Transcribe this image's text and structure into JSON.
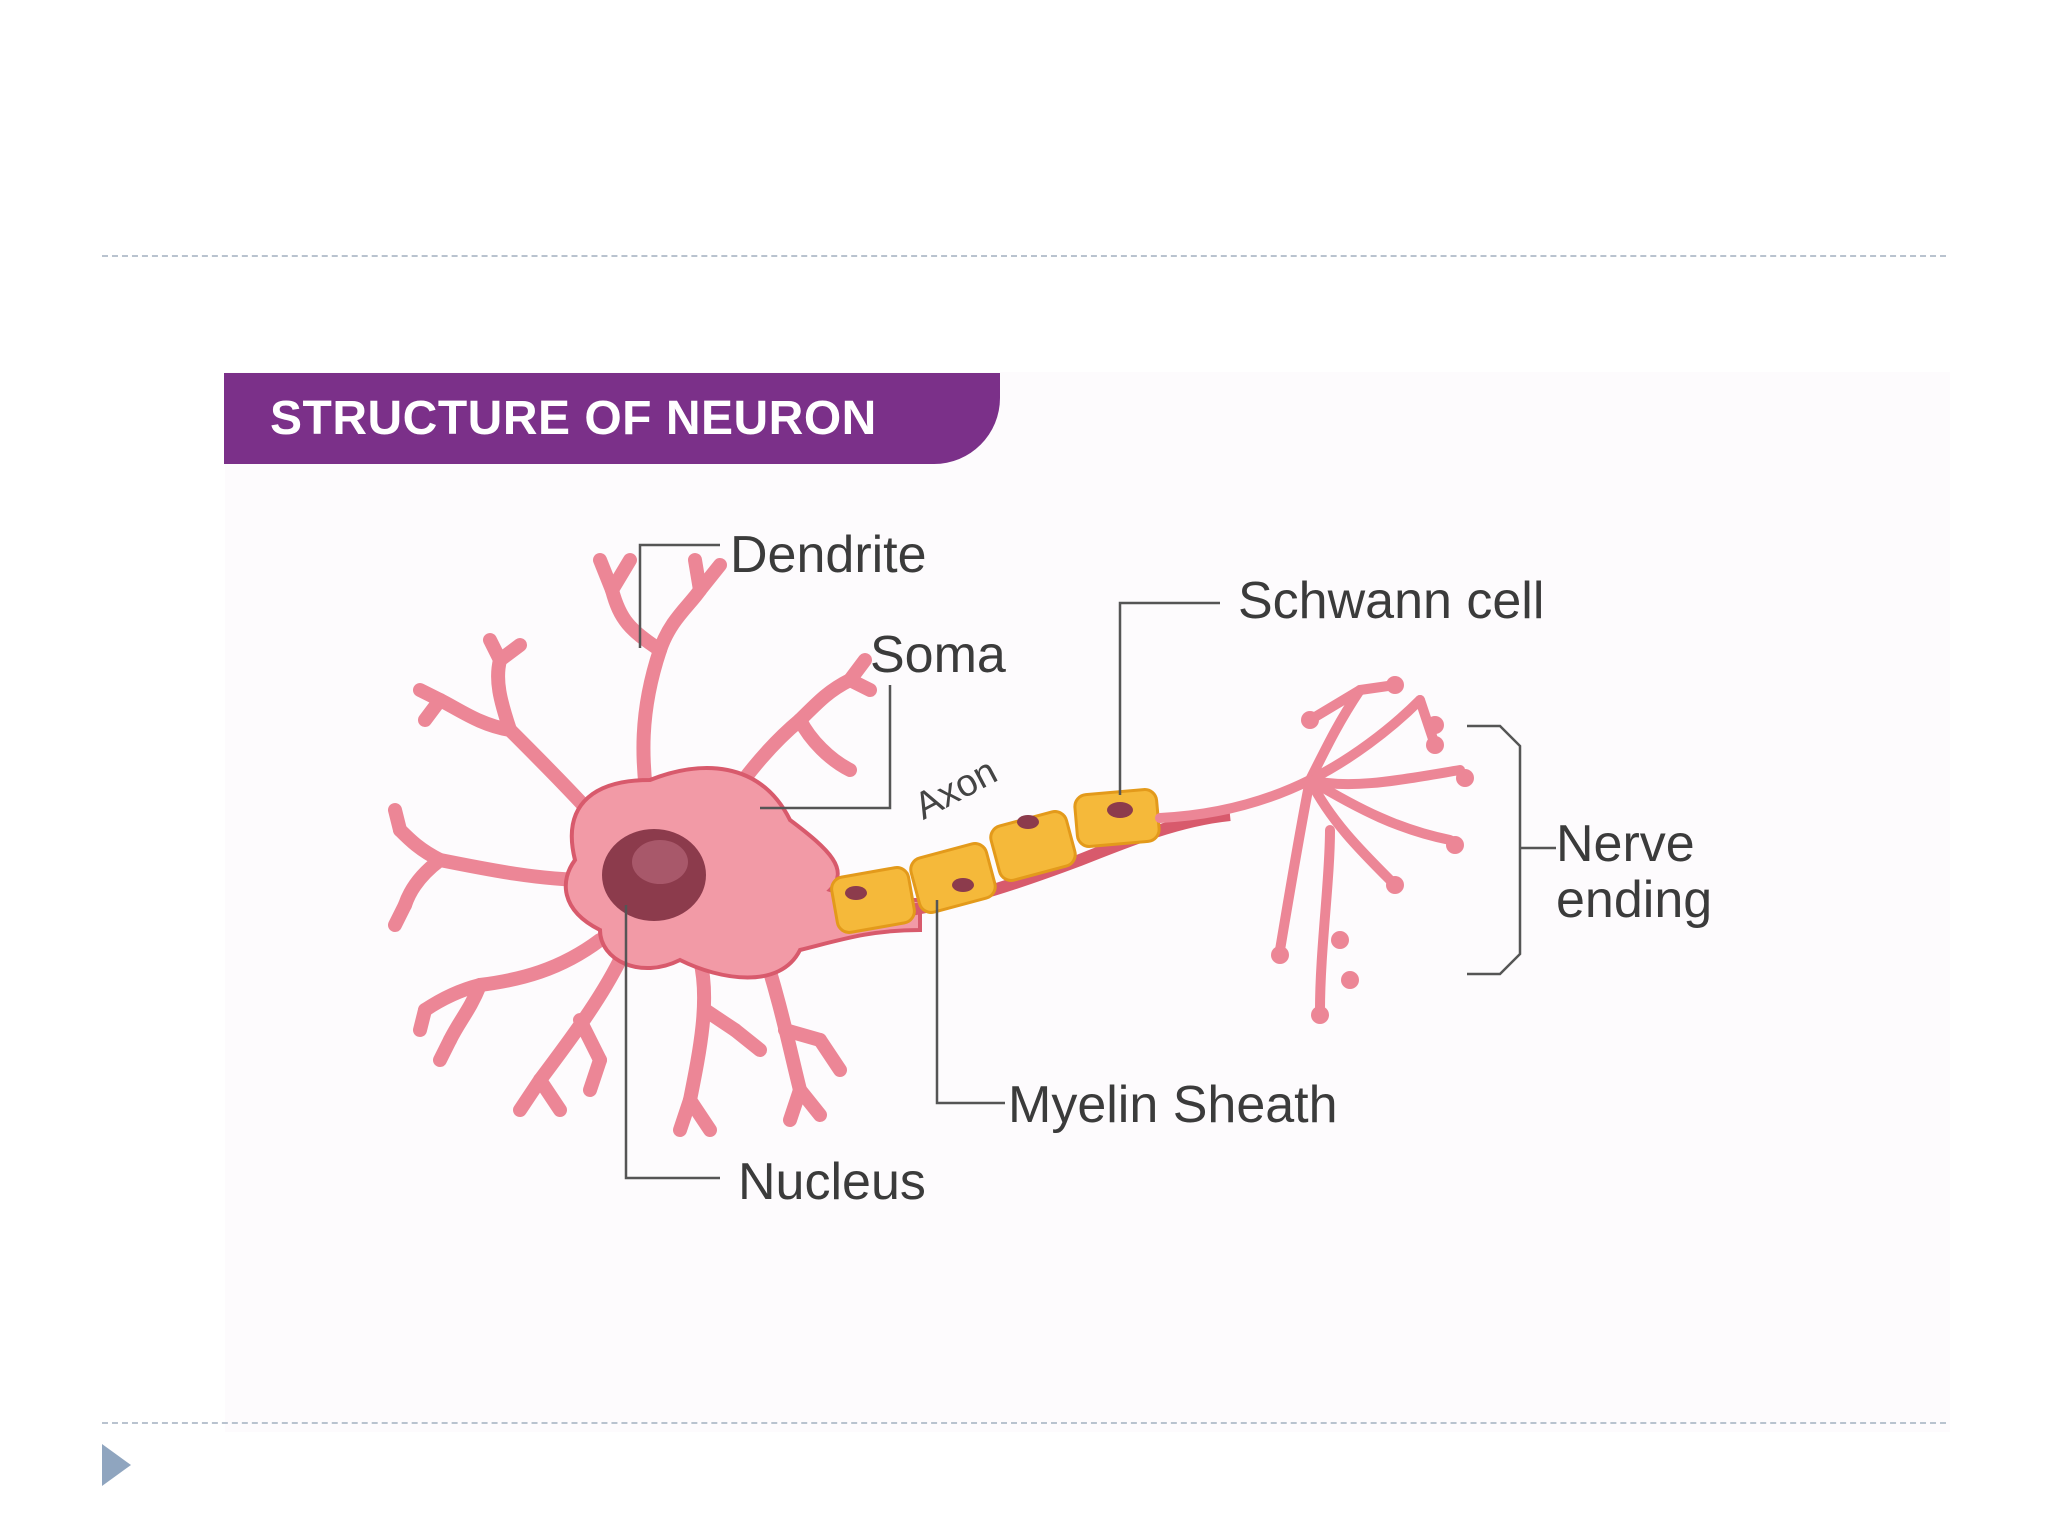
{
  "title": "STRUCTURE OF NEURON",
  "labels": {
    "dendrite": "Dendrite",
    "soma": "Soma",
    "axon": "Axon",
    "schwann_cell": "Schwann cell",
    "nerve_ending_line1": "Nerve",
    "nerve_ending_line2": "ending",
    "myelin_sheath": "Myelin Sheath",
    "nucleus": "Nucleus"
  },
  "colors": {
    "banner": "#7b3089",
    "neuron_fill": "#f29aa6",
    "neuron_stroke": "#d85a6c",
    "nucleus": "#8c3b4c",
    "myelin": "#f5b93a",
    "leader_lines": "#555555",
    "dashed_rules": "#b9c3cf"
  },
  "icons": {
    "footer": "play-triangle-icon"
  }
}
